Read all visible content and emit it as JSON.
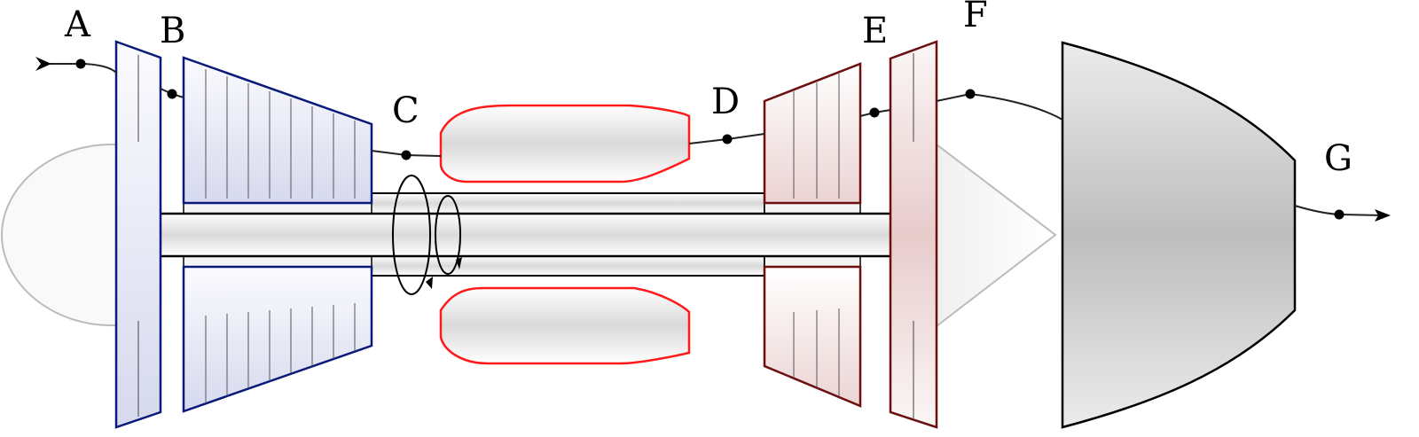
{
  "labels": {
    "A": "A",
    "B": "B",
    "C": "C",
    "D": "D",
    "E": "E",
    "F": "F",
    "G": "G"
  },
  "colors": {
    "compressor_stroke": "#0a1a7a",
    "compressor_fill": "#dcdff0",
    "combustor_stroke": "#ff1a1a",
    "turbine_stroke": "#6b0f0f",
    "turbine_fill": "#ecd4d4",
    "shaft_stroke": "#000000",
    "nozzle_fill": "#c0c0c0",
    "flow_line": "#222222"
  }
}
